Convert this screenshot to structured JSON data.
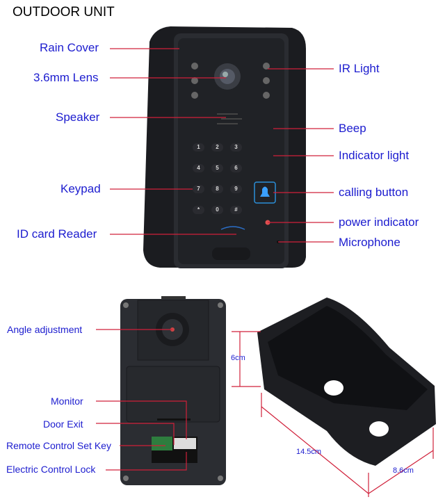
{
  "title": "OUTDOOR UNIT",
  "front_labels": {
    "rain_cover": "Rain Cover",
    "lens": "3.6mm Lens",
    "speaker": "Speaker",
    "keypad": "Keypad",
    "id_card_reader": "ID card Reader",
    "ir_light": "IR Light",
    "beep": "Beep",
    "indicator_light": "Indicator light",
    "calling_button": "calling button",
    "power_indicator": "power indicator",
    "microphone": "Microphone"
  },
  "keypad_keys": [
    "1",
    "2",
    "3",
    "4",
    "5",
    "6",
    "7",
    "8",
    "9",
    "*",
    "0",
    "#"
  ],
  "back_labels": {
    "angle_adjustment": "Angle adjustment",
    "monitor": "Monitor",
    "door_exit": "Door Exit",
    "remote_control_set_key": "Remote Control Set Key",
    "electric_control_lock": "Electric Control Lock"
  },
  "dimensions": {
    "height": "6cm",
    "length": "14.5cm",
    "width": "8.6cm"
  },
  "colors": {
    "label": "#1c1ccf",
    "leader_line": "#d0203a",
    "device": "#1d1e22"
  }
}
